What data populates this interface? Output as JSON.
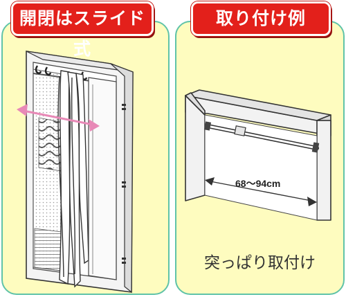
{
  "left_panel": {
    "title": "開閉はスライド式"
  },
  "right_panel": {
    "title": "取り付け例",
    "dimension_label": "68～94cm",
    "caption": "突っぱり取付け"
  },
  "colors": {
    "panel_bg": "#fefcbf",
    "panel_border": "#5fc3a8",
    "badge_red": "#e3201b",
    "arrow_pink": "#e889b7"
  }
}
